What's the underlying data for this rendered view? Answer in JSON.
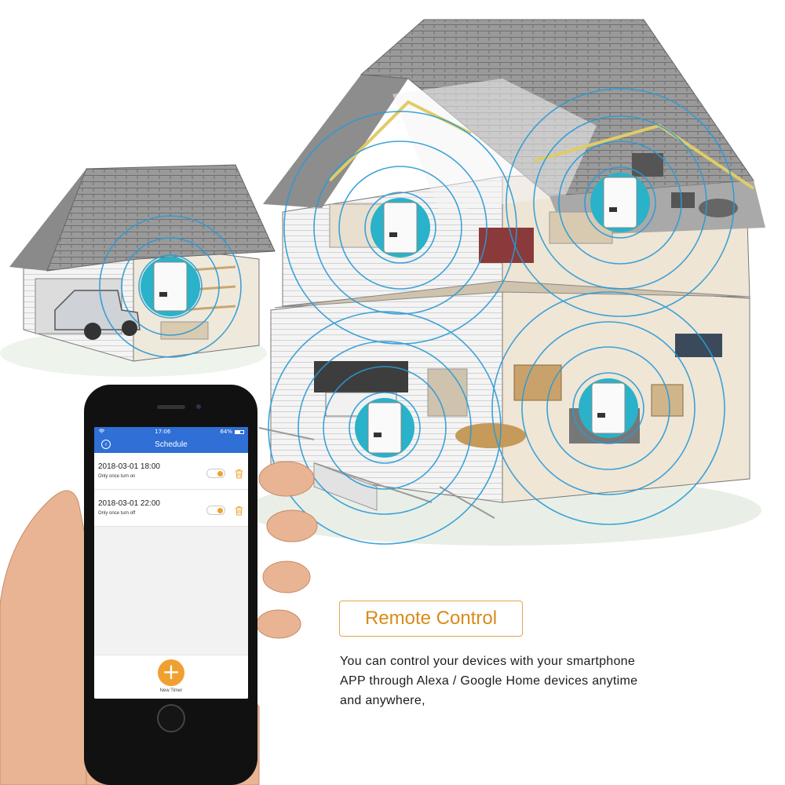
{
  "phone_app": {
    "status_time": "17:06",
    "status_battery": "64%",
    "battery_level": 0.64,
    "title": "Schedule",
    "timers": [
      {
        "datetime": "2018-03-01 18:00",
        "action": "Only once turn on",
        "enabled": true
      },
      {
        "datetime": "2018-03-01 22:00",
        "action": "Only once turn off",
        "enabled": true
      }
    ],
    "new_timer_label": "New Timer"
  },
  "feature": {
    "title": "Remote Control",
    "description_lines": [
      "You can control your devices with your smartphone",
      "APP through Alexa / Google Home devices anytime",
      "and anywhere,"
    ]
  },
  "colors": {
    "app_blue": "#2f6fd6",
    "accent_orange": "#f0a030",
    "signal_blue": "#2a9ad6",
    "switch_teal": "#29b2c9"
  },
  "icons": [
    "wifi-icon",
    "back-icon",
    "trash-icon",
    "plus-icon",
    "smart-switch-icon"
  ]
}
